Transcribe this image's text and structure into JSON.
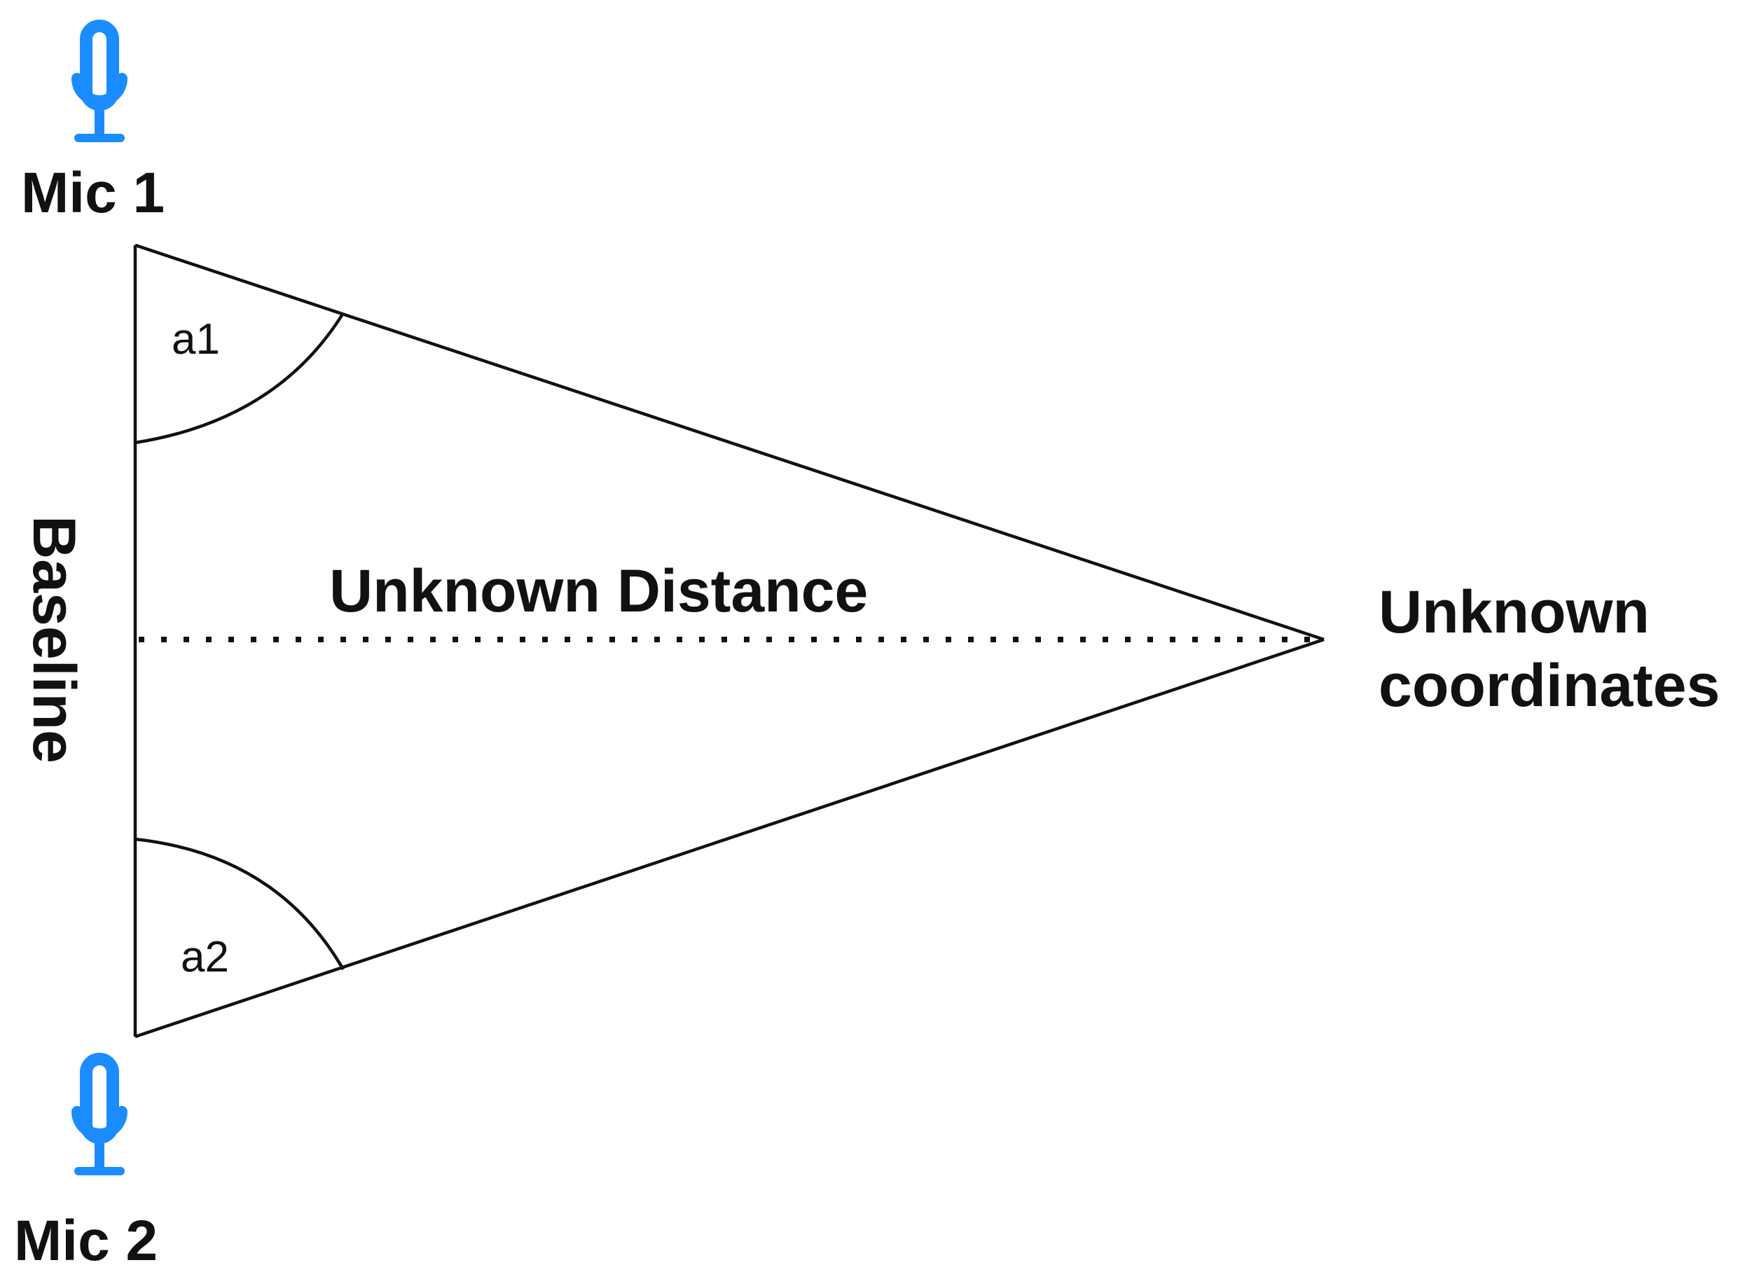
{
  "mic1": {
    "label": "Mic 1",
    "icon": "microphone-icon"
  },
  "mic2": {
    "label": "Mic 2",
    "icon": "microphone-icon"
  },
  "baseline": {
    "label": "Baseline"
  },
  "angles": {
    "a1": "a1",
    "a2": "a2"
  },
  "distance": {
    "label": "Unknown Distance"
  },
  "target": {
    "line1": "Unknown",
    "line2": "coordinates"
  },
  "colors": {
    "icon": "#1a8cff",
    "line": "#111111"
  }
}
